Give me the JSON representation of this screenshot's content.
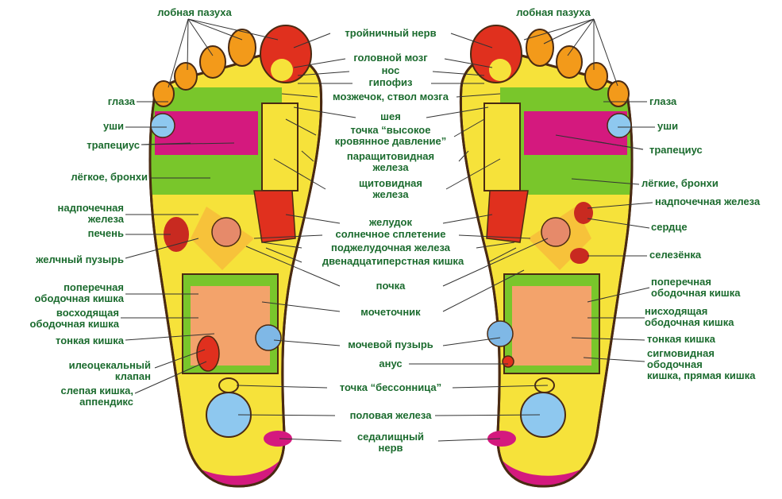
{
  "colors": {
    "label_green": "#1b6b2e",
    "foot_outline": "#4a2a12",
    "yellow": "#f6e23a",
    "green": "#79c62b",
    "magenta": "#d4197e",
    "red": "#e0301e",
    "orange": "#f39a1a",
    "blue": "#8ec8ef"
  },
  "labels": {
    "center": [
      "тройничный нерв",
      "головной мозг",
      "нос",
      "гипофиз",
      "мозжечок, ствол мозга",
      "шея",
      "точка “высокое\nкровянное давление”",
      "паращитовидная\nжелеза",
      "щитовидная\nжелеза",
      "желудок",
      "солнечное сплетение",
      "поджелудочная железа",
      "двенадцатиперстная кишка",
      "почка",
      "мочеточник",
      "мочевой пузырь",
      "анус",
      "точка “бессонница”",
      "половая железа",
      "седалищный\nнерв"
    ],
    "left": [
      "лобная пазуха",
      "глаза",
      "уши",
      "трапециус",
      "лёгкое, бронхи",
      "надпочечная\nжелеза",
      "печень",
      "желчный пузырь",
      "поперечная\nободочная кишка",
      "восходящая\nободочная кишка",
      "тонкая кишка",
      "илеоцекальный\nклапан",
      "слепая кишка,\nаппендикс"
    ],
    "right": [
      "лобная пазуха",
      "глаза",
      "уши",
      "трапециус",
      "лёгкие, бронхи",
      "надпочечная железа",
      "сердце",
      "селезёнка",
      "поперечная\nободочная кишка",
      "нисходящая\nободочная кишка",
      "тонкая кишка",
      "сигмовидная\nободочная\nкишка, прямая кишка"
    ]
  }
}
